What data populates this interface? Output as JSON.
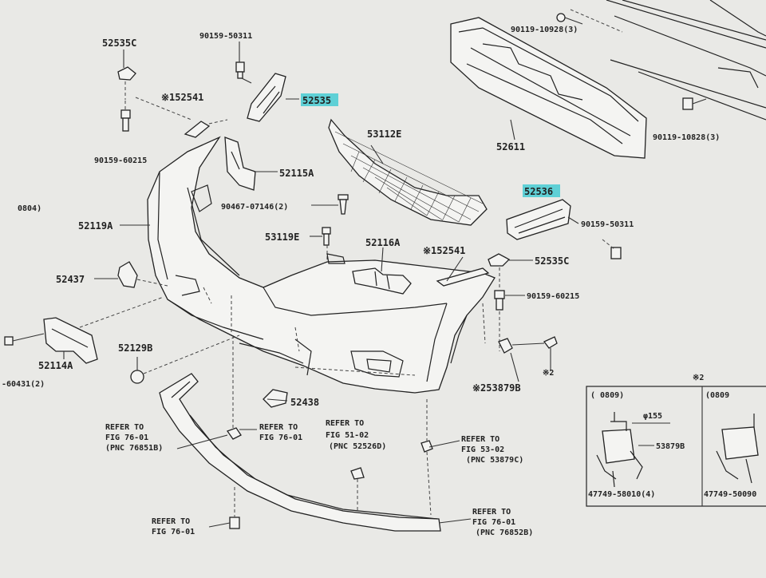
{
  "labels": {
    "p52535c_top": "52535C",
    "p90159_50311_top": "90159-50311",
    "p52535_hl": "52535",
    "p152541_top": "※152541",
    "p90159_60215_left": "90159-60215",
    "p53112e": "53112E",
    "p90119_10928_top": "90119-10928(3)",
    "p52611": "52611",
    "p90119_10828": "90119-10828(3)",
    "p52115a": "52115A",
    "p52536_hl": "52536",
    "p90467_07146": "90467-07146(2)",
    "p0804": "0804)",
    "p52119a": "52119A",
    "p90159_50311_right": "90159-50311",
    "p53119e": "53119E",
    "p52116a": "52116A",
    "p152541_mid": "※152541",
    "p52535c_mid": "52535C",
    "p52437": "52437",
    "p90159_60215_right": "90159-60215",
    "p52114a": "52114A",
    "p52129b": "52129B",
    "p2_mark": "※2",
    "p60431": "-60431(2)",
    "p253879b": "※253879B",
    "p52438": "52438",
    "inset_mark": "※2",
    "ref_76_01_left_a": "REFER TO",
    "ref_76_01_left_b": "FIG 76-01",
    "ref_76_01_left_c": "(PNC 76851B)",
    "ref_76_01_mid_a": "REFER TO",
    "ref_76_01_mid_b": "FIG 76-01",
    "ref_51_02_a": "REFER TO",
    "ref_51_02_b": "FIG 51-02",
    "ref_51_02_c": "(PNC 52526D)",
    "ref_53_02_a": "REFER TO",
    "ref_53_02_b": "FIG 53-02",
    "ref_53_02_c": "(PNC 53879C)",
    "ref_76_01_bl_a": "REFER TO",
    "ref_76_01_bl_b": "FIG 76-01",
    "ref_76_01_br_a": "REFER TO",
    "ref_76_01_br_b": "FIG 76-01",
    "ref_76_01_br_c": "(PNC 76852B)",
    "inset_left_head": "(     0809)",
    "inset_right_head": "(0809",
    "inset_dim": "φ155",
    "inset_53879b": "53879B",
    "inset_47749_58010": "47749-58010(4)",
    "inset_47749_50090": "47749-50090"
  },
  "highlight_color": "#5fd0d6"
}
